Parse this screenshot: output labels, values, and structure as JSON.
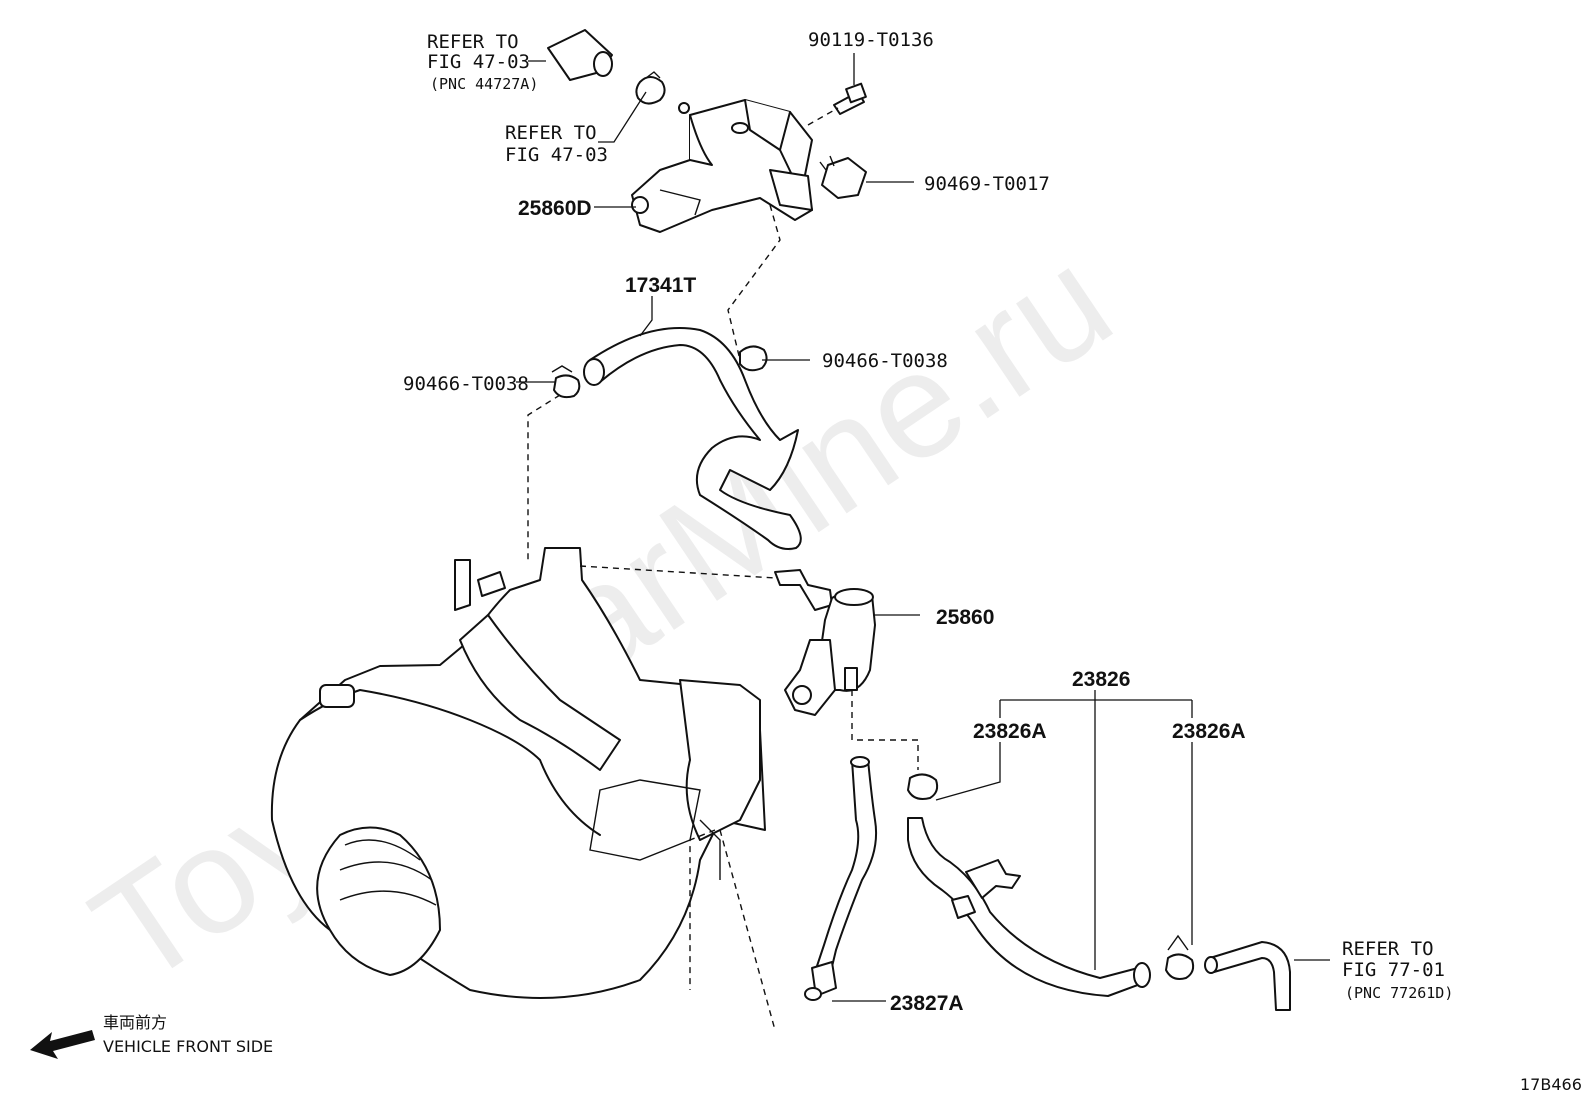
{
  "watermark": "ToyotaCarMine.ru",
  "labels": {
    "refer1_line1": "REFER TO",
    "refer1_line2": "FIG 47-03",
    "refer1_line3": "(PNC 44727A)",
    "refer2_line1": "REFER TO",
    "refer2_line2": "FIG 47-03",
    "refer3_line1": "REFER TO",
    "refer3_line2": "FIG 77-01",
    "refer3_line3": "(PNC 77261D)",
    "p90119": "90119-T0136",
    "p90469": "90469-T0017",
    "p25860D": "25860D",
    "p17341T": "17341T",
    "p90466a": "90466-T0038",
    "p90466b": "90466-T0038",
    "p25860": "25860",
    "p23826": "23826",
    "p23826A_left": "23826A",
    "p23826A_right": "23826A",
    "p23827A": "23827A",
    "front_jp": "車両前方",
    "front_en": "VEHICLE FRONT SIDE",
    "figure_code": "17B466"
  }
}
